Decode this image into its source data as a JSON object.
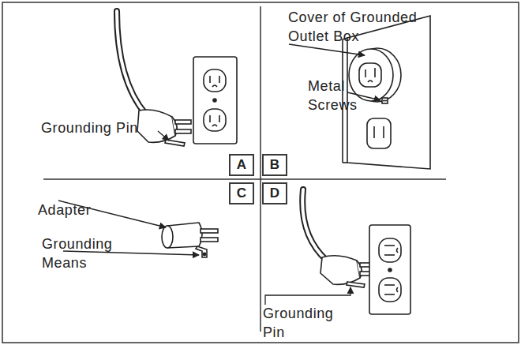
{
  "diagram": {
    "nodes": [
      {
        "text": [
          "A"
        ]
      },
      {
        "text": [
          "B"
        ]
      },
      {
        "text": [
          "C"
        ]
      },
      {
        "text": [
          "D"
        ]
      }
    ],
    "labels": [
      "Grounding Pin",
      "Cover of Grounded Outlet Box",
      "Metal Screws",
      "Adapter",
      "Grounding Means",
      "Grounding Pin"
    ]
  }
}
